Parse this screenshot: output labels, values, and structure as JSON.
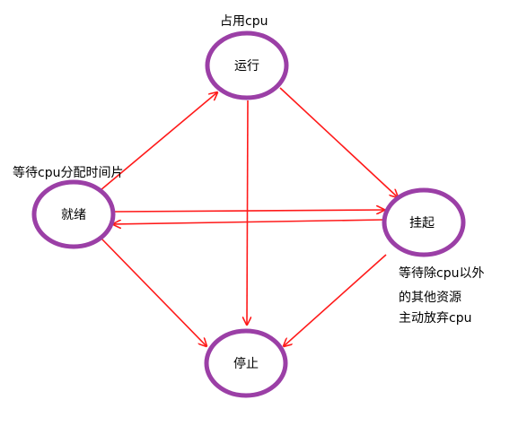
{
  "colors": {
    "node_stroke": "#9b3fa6",
    "edge": "#ff1a1a",
    "text": "#000000"
  },
  "states": {
    "running": "运行",
    "ready": "就绪",
    "suspended": "挂起",
    "stopped": "停止"
  },
  "notes": {
    "running": "占用cpu",
    "ready": "等待cpu分配时间片",
    "suspended_line1": "等待除cpu以外",
    "suspended_line2": "的其他资源",
    "suspended_line3": "主动放弃cpu"
  }
}
